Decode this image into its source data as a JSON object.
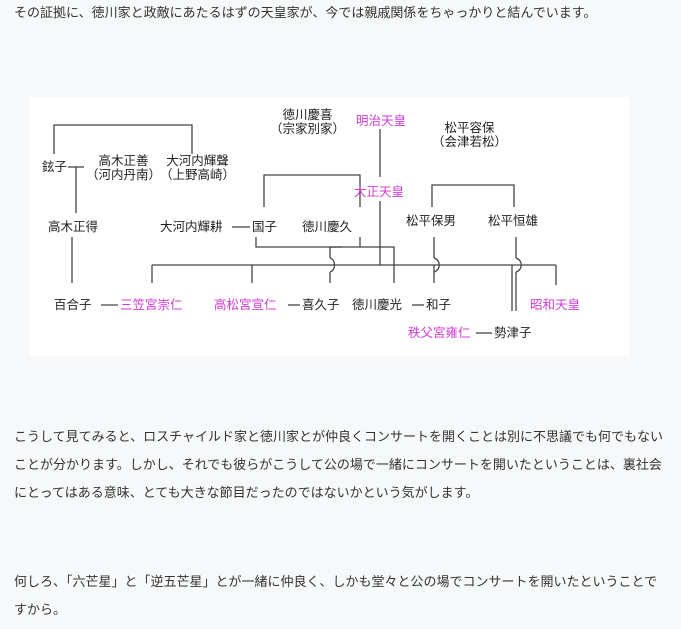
{
  "paragraphs": {
    "p1": "その証拠に、徳川家と政敵にあたるはずの天皇家が、今では親戚関係をちゃっかりと結んでいます。",
    "p2": "こうして見てみると、ロスチャイルド家と徳川家とが仲良くコンサートを開くことは別に不思議でも何でもないことが分かります。しかし、それでも彼らがこうして公の場で一緒にコンサートを開いたということは、裏社会にとってはある意味、とても大きな節目だったのではないかという気がします。",
    "p3": "何しろ、「六芒星」と「逆五芒星」とが一緒に仲良く、しかも堂々と公の場でコンサートを開いたということですから。"
  },
  "colors": {
    "imperial": "#d13ad6",
    "text": "#222222",
    "line": "#444444"
  },
  "family_tree": {
    "tokugawa_yoshinobu": "徳川慶喜",
    "tokugawa_yoshinobu_note": "（宗家別家）",
    "meiji": "明治天皇",
    "matsudaira_katamori": "松平容保",
    "matsudaira_katamori_note": "（会津若松）",
    "juko": "鉉子",
    "takagi_masayoshi": "高木正善",
    "takagi_masayoshi_note": "（河内丹南）",
    "okochi_terukoto": "大河内輝聲",
    "okochi_terukoto_note": "（上野高崎）",
    "taisho": "大正天皇",
    "takagi_masae": "高木正得",
    "okochi_terumimi": "大河内輝耕",
    "kuniko": "国子",
    "tokugawa_yoshihisa": "徳川慶久",
    "matsudaira_yasuo": "松平保男",
    "matsudaira_tsuneo": "松平恒雄",
    "yuriko": "百合子",
    "mikasa": "三笠宮崇仁",
    "takamatsu": "高松宮宣仁",
    "kikuko": "喜久子",
    "tokugawa_yoshimitsu": "徳川慶光",
    "kazuko": "和子",
    "showa": "昭和天皇",
    "chichibu": "秩父宮雍仁",
    "setsuko": "勢津子"
  }
}
